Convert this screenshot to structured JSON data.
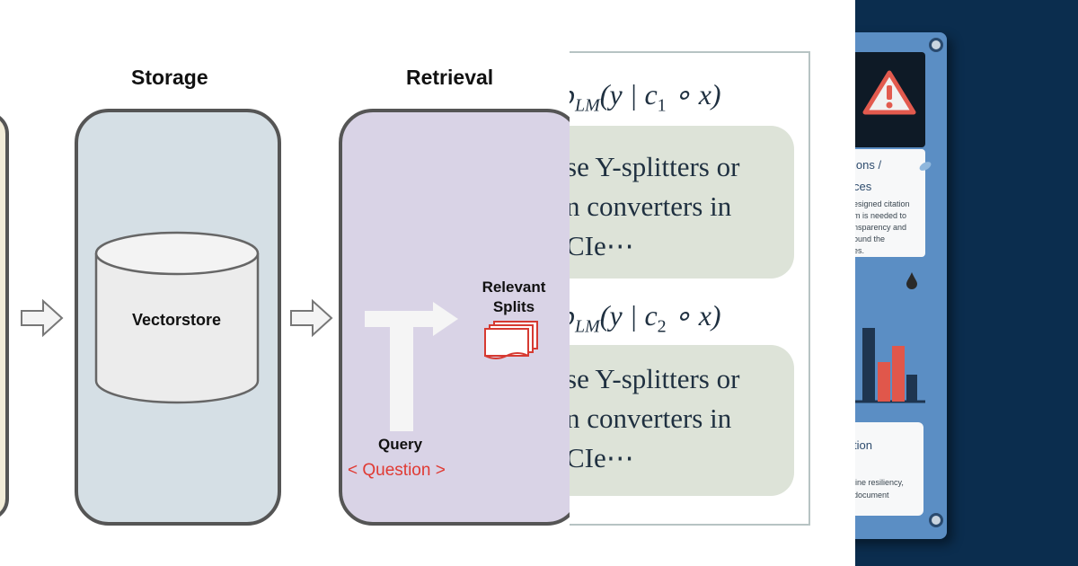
{
  "diagram": {
    "storage_title": "Storage",
    "retrieval_title": "Retrieval",
    "vectorstore_label": "Vectorstore",
    "relevant_splits_line1": "Relevant",
    "relevant_splits_line2": "Splits",
    "query_label": "Query",
    "question_label": "< Question >"
  },
  "formula_panel": {
    "formula_1_lead": "p",
    "formula_1_sub": "LM",
    "formula_1_rest": "(y | c",
    "formula_1_idx": "1",
    "formula_1_tail": " ∘ x)",
    "formula_2_lead": "p",
    "formula_2_sub": "LM",
    "formula_2_rest": "(y | c",
    "formula_2_idx": "2",
    "formula_2_tail": " ∘ x)",
    "bubble_1": [
      "se Y-splitters or",
      "n converters in",
      "CIe⋯"
    ],
    "bubble_2": [
      "se Y-splitters or",
      "n converters in",
      "CIe⋯"
    ]
  },
  "poster": {
    "heading_line1": "ions /",
    "heading_line2": "ces",
    "body_lines": [
      "esigned citation",
      "m is needed to",
      "nsparency and",
      "ound the",
      "es."
    ],
    "card_title": "tion",
    "card_lines": [
      "line resiliency,",
      "document"
    ]
  },
  "colors": {
    "storage_fill": "#d5dfe5",
    "retrieval_fill": "#d9d3e6",
    "question_red": "#e03a33",
    "formula_bubble": "#dde3d8",
    "poster_bg": "#0b2d4e",
    "poster_panel": "#5b8ec4",
    "bar_dark": "#1e3550",
    "bar_red": "#e0574b"
  }
}
